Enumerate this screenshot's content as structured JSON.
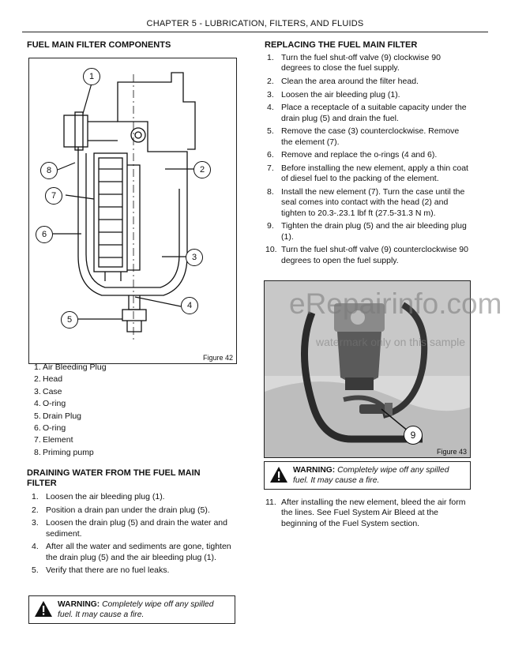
{
  "header": {
    "chapter": "CHAPTER 5 - LUBRICATION, FILTERS, AND FLUIDS"
  },
  "left": {
    "components_title": "FUEL MAIN FILTER COMPONENTS",
    "figure42": {
      "caption": "Figure 42",
      "callouts": [
        "1",
        "2",
        "3",
        "4",
        "5",
        "6",
        "7",
        "8"
      ]
    },
    "components": [
      {
        "n": "1.",
        "text": "Air Bleeding Plug"
      },
      {
        "n": "2.",
        "text": "Head"
      },
      {
        "n": "3.",
        "text": "Case"
      },
      {
        "n": "4.",
        "text": "O-ring"
      },
      {
        "n": "5.",
        "text": "Drain Plug"
      },
      {
        "n": "6.",
        "text": "O-ring"
      },
      {
        "n": "7.",
        "text": "Element"
      },
      {
        "n": "8.",
        "text": "Priming pump"
      }
    ],
    "draining_title_1": "DRAINING WATER FROM THE FUEL MAIN",
    "draining_title_2": "FILTER",
    "draining_steps": [
      {
        "n": "1.",
        "text": "Loosen the air bleeding plug (1)."
      },
      {
        "n": "2.",
        "text": "Position a drain pan under the drain plug (5)."
      },
      {
        "n": "3.",
        "text": "Loosen the drain plug (5) and drain the water and sediment."
      },
      {
        "n": "4.",
        "text": "After all the water and sediments are gone, tighten the drain plug (5) and the air bleeding plug (1)."
      },
      {
        "n": "5.",
        "text": "Verify that there are no fuel leaks."
      }
    ],
    "warning": {
      "label": "WARNING:",
      "text": "Completely wipe off any spilled fuel. It may cause a fire."
    }
  },
  "right": {
    "replacing_title": "REPLACING THE FUEL MAIN FILTER",
    "replacing_steps": [
      {
        "n": "1.",
        "text": "Turn the fuel shut-off valve (9) clockwise 90 degrees to close the fuel supply."
      },
      {
        "n": "2.",
        "text": "Clean the area around the filter head."
      },
      {
        "n": "3.",
        "text": "Loosen the air bleeding plug (1)."
      },
      {
        "n": "4.",
        "text": "Place a receptacle of a suitable capacity under the drain plug (5) and drain the fuel."
      },
      {
        "n": "5.",
        "text": "Remove the case (3) counterclockwise. Remove the element (7)."
      },
      {
        "n": "6.",
        "text": "Remove and replace the o-rings (4 and 6)."
      },
      {
        "n": "7.",
        "text": "Before installing the new element, apply a thin coat of diesel fuel to the packing of the element."
      },
      {
        "n": "8.",
        "text": "Install the new element (7). Turn the case until the seal comes into contact with the head (2) and tighten to 20.3-.23.1 lbf ft (27.5-31.3 N m)."
      },
      {
        "n": "9.",
        "text": "Tighten the drain plug (5) and the air bleeding plug (1)."
      },
      {
        "n": "10.",
        "text": "Turn the fuel shut-off valve (9) counterclockwise 90 degrees to open the fuel supply."
      }
    ],
    "figure43": {
      "caption": "Figure 43",
      "callout": "9"
    },
    "warning": {
      "label": "WARNING:",
      "text": "Completely wipe off any spilled fuel. It may cause a fire."
    },
    "step11": {
      "n": "11.",
      "text": "After installing the new element, bleed the air form the lines. See Fuel System Air Bleed at the beginning of the Fuel System section."
    }
  },
  "watermark": {
    "main": "eRepairinfo.com",
    "sub": "watermark only on this sample"
  }
}
